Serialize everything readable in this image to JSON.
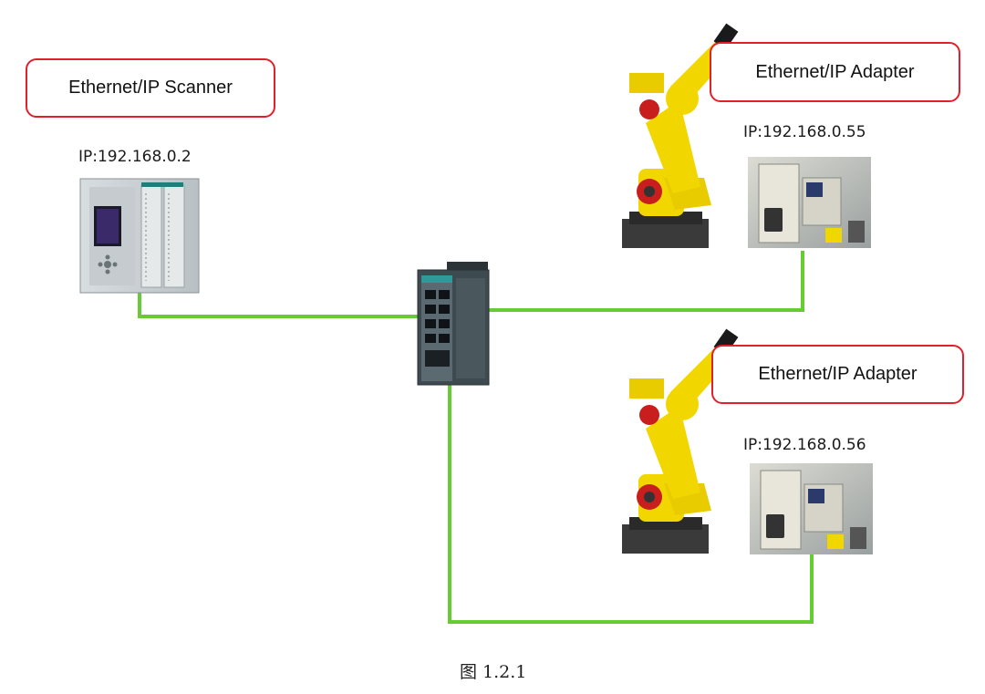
{
  "scanner": {
    "label": "Ethernet/IP Scanner",
    "ip": "IP:192.168.0.2"
  },
  "adapter_top": {
    "label": "Ethernet/IP Adapter",
    "ip": "IP:192.168.0.55"
  },
  "adapter_bottom": {
    "label": "Ethernet/IP Adapter",
    "ip": "IP:192.168.0.56"
  },
  "caption": "图 1.2.1",
  "colors": {
    "cable": "#66cc33",
    "label_border": "#e0202a",
    "robot_yellow": "#f2d600",
    "switch_body": "#3d4a4f"
  },
  "icons": {
    "plc": "plc-controller-icon",
    "switch": "network-switch-icon",
    "robot": "industrial-robot-arm-icon",
    "cabinet": "robot-controller-cabinet-icon"
  }
}
